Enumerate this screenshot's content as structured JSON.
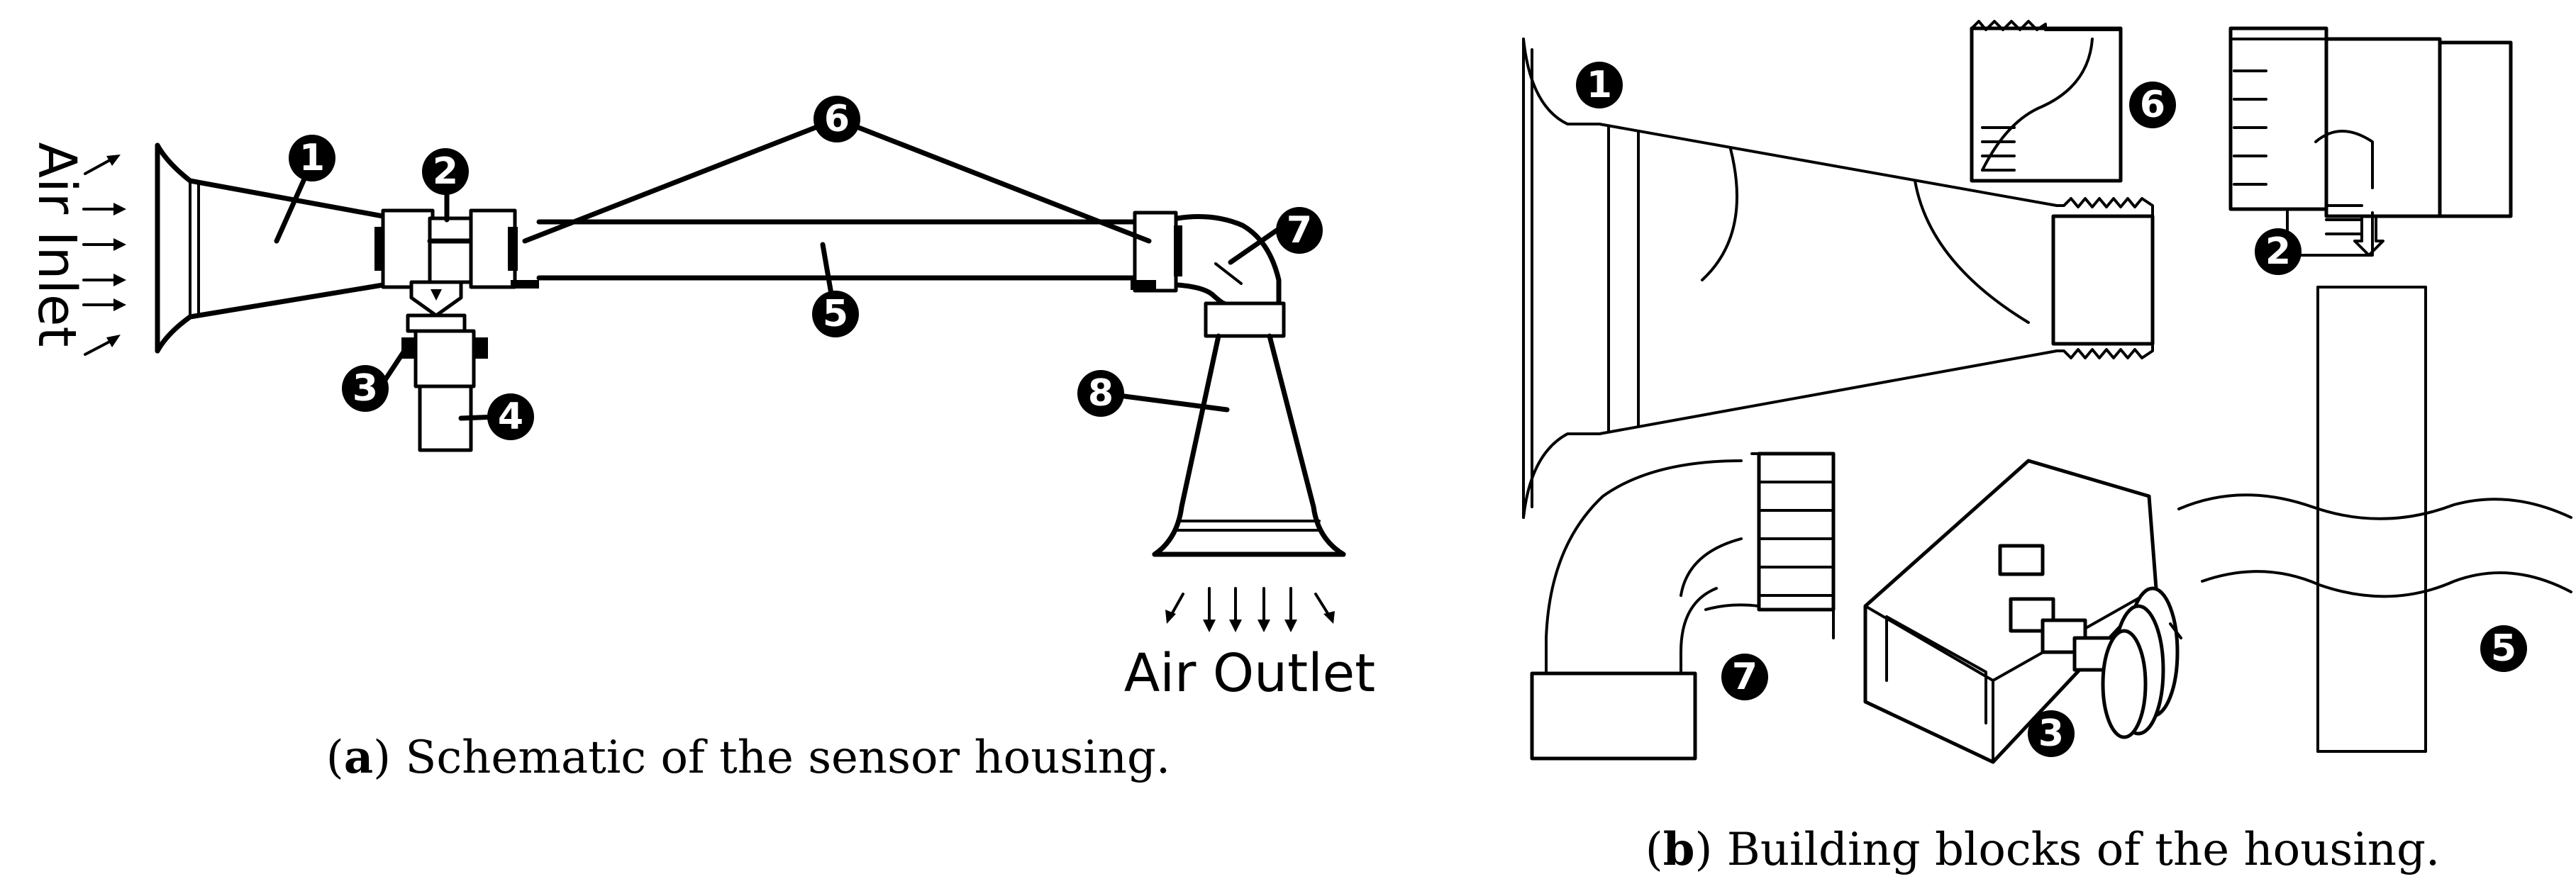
{
  "panel_a": {
    "caption_letter": "a",
    "caption_text": "Schematic of the sensor housing.",
    "air_inlet_label": "Air Inlet",
    "air_outlet_label": "Air Outlet",
    "badges": [
      "1",
      "2",
      "3",
      "4",
      "5",
      "6",
      "7",
      "8"
    ]
  },
  "panel_b": {
    "caption_letter": "b",
    "caption_text": "Building blocks of the housing.",
    "badges": [
      "1",
      "6",
      "2",
      "7",
      "3",
      "5"
    ]
  }
}
